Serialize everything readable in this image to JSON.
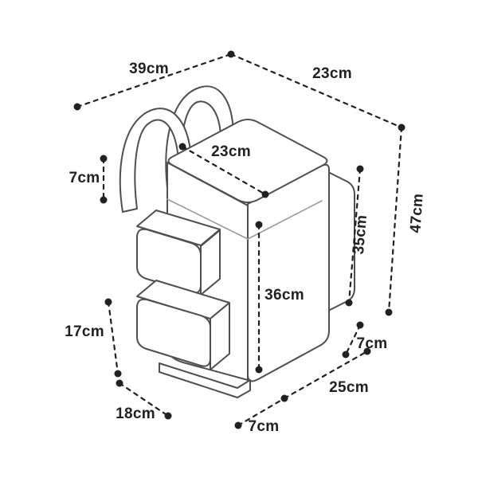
{
  "diagram": {
    "background": "#ffffff",
    "colors": {
      "outline": "#4f4f4f",
      "outline_light": "#9a9a9a",
      "dimension": "#212121"
    },
    "dimensions": {
      "top_left_width": {
        "label": "39cm",
        "value_cm": 39
      },
      "top_right_depth": {
        "label": "23cm",
        "value_cm": 23
      },
      "right_total_height": {
        "label": "47cm",
        "value_cm": 47
      },
      "right_body_height": {
        "label": "35cm",
        "value_cm": 35
      },
      "lid_top_width": {
        "label": "23cm",
        "value_cm": 23
      },
      "upper_left_strap": {
        "label": "7cm",
        "value_cm": 7
      },
      "front_body_height": {
        "label": "36cm",
        "value_cm": 36
      },
      "left_pocket_height": {
        "label": "17cm",
        "value_cm": 17
      },
      "bottom_left_width": {
        "label": "18cm",
        "value_cm": 18
      },
      "bottom_front_depth": {
        "label": "7cm",
        "value_cm": 7
      },
      "bottom_right_depth": {
        "label": "25cm",
        "value_cm": 25
      },
      "right_side_depth": {
        "label": "7cm",
        "value_cm": 7
      }
    }
  }
}
